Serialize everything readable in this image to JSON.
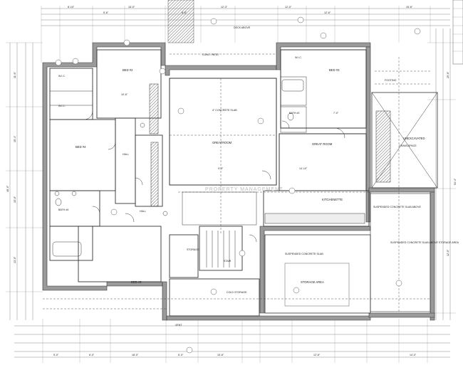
{
  "rooms": {
    "bed2": "BED #2",
    "bed3": "BED #3",
    "bed4": "BED #4",
    "bed5": "BED #5",
    "wic1": "W.I.C.",
    "wic2": "W.I.C.",
    "wic3": "W.I.C.",
    "bath3": "BATH #3",
    "bath4": "BATH #4",
    "hall1": "HALL",
    "hall2": "HALL",
    "greatroom": "GREATROOM",
    "greatroom2": "GREAT ROOM",
    "kitchenette": "KITCHENETTE",
    "stair": "STAIR",
    "storage1": "STORAGE",
    "storage2": "STORAGE AREA",
    "cold_storage": "COLD STORAGE",
    "unexcavated": "UNEXCAVATED",
    "suspended1": "SUSPENDED CONCRETE SLAB",
    "suspended2": "SUSPENDED CONCRETE SLAB ABOVE",
    "suspended3": "SUSPENDED CONCRETE SLAB ABOVE STORAGE AREA",
    "conc_patio": "CONC. PATIO",
    "deck_above": "DECK ABOVE",
    "concrete_slab": "4\" CONCRETE SLAB"
  },
  "dimensions": {
    "top": [
      "8'-10\"",
      "5'-6\"",
      "15'-0\"",
      "8'-8\"",
      "12'-3\"",
      "12'-0\"",
      "12'-6\"",
      "15'-6\""
    ],
    "bottom": [
      "5'-0\"",
      "6'-0\"",
      "18'-0\"",
      "6'-0\"",
      "15'-6\"",
      "12'-6\"",
      "14'-0\""
    ],
    "left": [
      "11'-6\"",
      "15'-4\"",
      "10'-0\"",
      "13'-0\"",
      "48'-0\""
    ],
    "right": [
      "54'-4\"",
      "20'-6\"",
      "12'-0\""
    ],
    "interior": [
      "14'-10\"",
      "10'-6\"",
      "9'-0\"",
      "7'-0\""
    ]
  },
  "notes": {
    "footing": "FOOTING",
    "crawl": "CRAWLSPACE",
    "vent": "VENT"
  },
  "watermark": "PROPERTY MANAGEMENT"
}
